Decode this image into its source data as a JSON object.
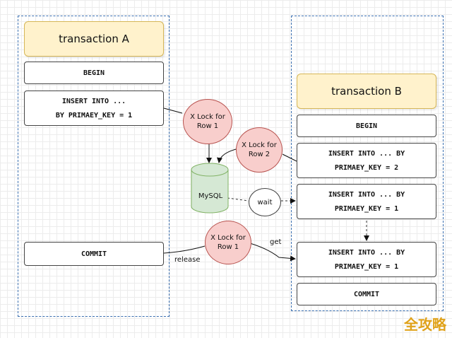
{
  "transaction_a": {
    "title": "transaction A",
    "begin": "BEGIN",
    "insert_line1": "INSERT INTO ...",
    "insert_line2": "BY PRIMAEY_KEY = 1",
    "commit": "COMMIT"
  },
  "transaction_b": {
    "title": "transaction B",
    "begin": "BEGIN",
    "insert1_line1": "INSERT INTO ... BY",
    "insert1_line2": "PRIMAEY_KEY = 2",
    "insert2_line1": "INSERT INTO ... BY",
    "insert2_line2": "PRIMAEY_KEY = 1",
    "insert3_line1": "INSERT INTO ... BY",
    "insert3_line2": "PRIMAEY_KEY = 1",
    "commit": "COMMIT"
  },
  "locks": {
    "lock_row1_a_line1": "X Lock for",
    "lock_row1_a_line2": "Row 1",
    "lock_row2_line1": "X Lock for",
    "lock_row2_line2": "Row 2",
    "lock_row1_release_line1": "X Lock for",
    "lock_row1_release_line2": "Row 1"
  },
  "database": {
    "label": "MySQL"
  },
  "wait": {
    "label": "wait"
  },
  "edge_labels": {
    "release": "release",
    "get": "get"
  },
  "watermark": "全攻略",
  "colors": {
    "lane_border": "#3a6fb0",
    "title_fill": "#fff2cc",
    "lock_fill": "#f8cecc",
    "db_fill": "#d5e8d4"
  }
}
